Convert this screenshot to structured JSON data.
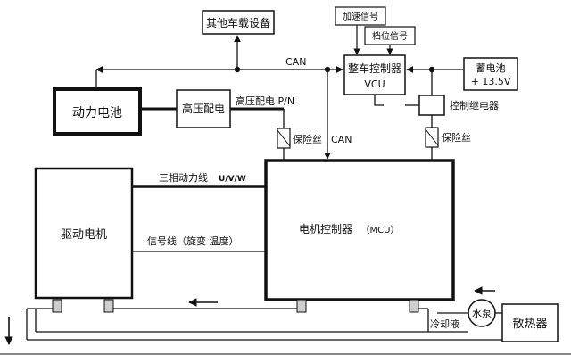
{
  "nodes": {
    "other_devices": "其他车载设备",
    "battery": "动力电池",
    "hv_dist": "高压配电",
    "accel_signal": "加速信号",
    "gear_signal": "档位信号",
    "vcu_line1": "整车控制器",
    "vcu_line2": "VCU",
    "aux_battery_line1": "蓄电池",
    "aux_battery_line2": "+ 13.5V",
    "relay": "控制继电器",
    "motor": "驱动电机",
    "mcu_name": "电机控制器",
    "mcu_tag": "（MCU）",
    "pump": "水泵",
    "radiator": "散热器"
  },
  "labels": {
    "can_top": "CAN",
    "can_mid": "CAN",
    "hv_pn": "高压配电 P/N",
    "fuse_left": "保险丝",
    "fuse_right": "保险丝",
    "three_phase": "三相动力线",
    "uvw": "U/V/W",
    "signal_line": "信号线（旋变  温度）",
    "coolant": "冷却液"
  }
}
